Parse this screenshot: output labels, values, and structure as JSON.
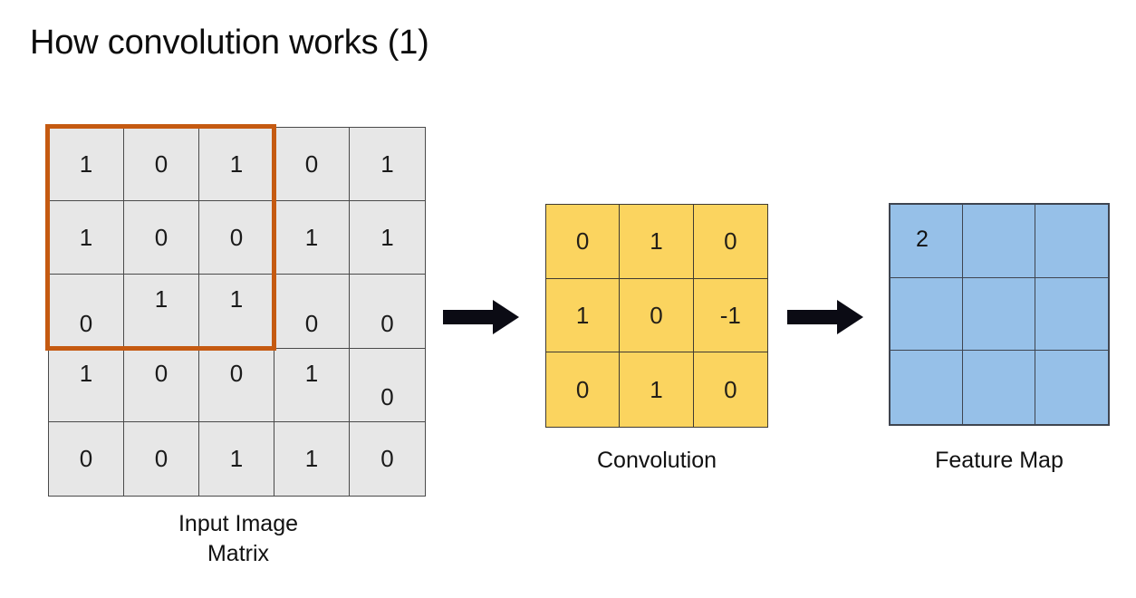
{
  "slide": {
    "title": "How convolution works (1)"
  },
  "colors": {
    "input_fill": "#e7e7e7",
    "input_border": "#4a4a4a",
    "highlight_box": "#c55a11",
    "kernel_fill": "#fbd45f",
    "kernel_border": "#3f3a33",
    "feature_fill": "#96c0e8",
    "feature_border": "#3f4550",
    "arrow": "#0b0b14",
    "text": "#111111"
  },
  "diagram": {
    "type": "convolution-illustration",
    "input_matrix": {
      "caption": "Input Image\nMatrix",
      "rows": 5,
      "cols": 5,
      "values": [
        [
          "1",
          "0",
          "1",
          "0",
          "1"
        ],
        [
          "1",
          "0",
          "0",
          "1",
          "1"
        ],
        [
          "0",
          "1",
          "1",
          "0",
          "0"
        ],
        [
          "1",
          "0",
          "0",
          "1",
          "0"
        ],
        [
          "0",
          "0",
          "1",
          "1",
          "0"
        ]
      ],
      "highlight": {
        "name": "receptive-field",
        "start_row": 1,
        "start_col": 1,
        "rows": 3,
        "cols": 3,
        "color": "#c55a11"
      }
    },
    "kernel": {
      "caption": "Convolution",
      "rows": 3,
      "cols": 3,
      "values": [
        [
          "0",
          "1",
          "0"
        ],
        [
          "1",
          "0",
          "-1"
        ],
        [
          "0",
          "1",
          "0"
        ]
      ]
    },
    "feature_map": {
      "caption": "Feature Map",
      "rows": 3,
      "cols": 3,
      "values": [
        [
          "2",
          "",
          ""
        ],
        [
          "",
          "",
          ""
        ],
        [
          "",
          "",
          ""
        ]
      ]
    },
    "arrows": [
      {
        "name": "arrow-input-to-kernel",
        "direction": "right"
      },
      {
        "name": "arrow-kernel-to-map",
        "direction": "right"
      }
    ]
  }
}
